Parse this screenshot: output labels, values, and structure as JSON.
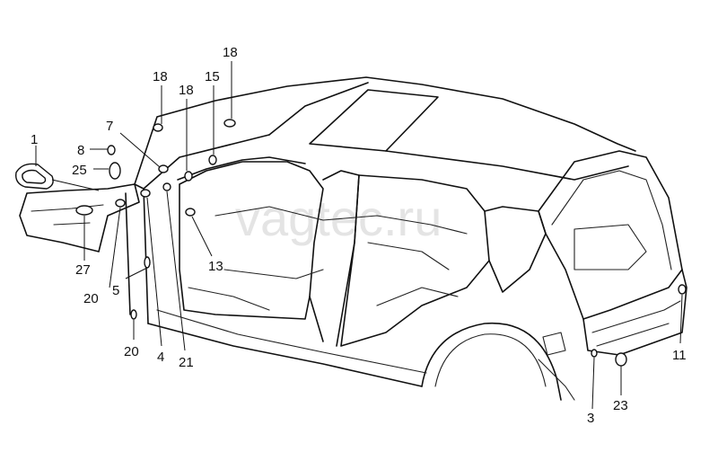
{
  "watermark": "vagtec.ru",
  "callouts": {
    "c1": "1",
    "c3": "3",
    "c4": "4",
    "c5": "5",
    "c7": "7",
    "c8": "8",
    "c11": "11",
    "c13": "13",
    "c15": "15",
    "c18a": "18",
    "c18b": "18",
    "c18c": "18",
    "c20a": "20",
    "c20b": "20",
    "c21": "21",
    "c23": "23",
    "c25": "25",
    "c27": "27"
  }
}
